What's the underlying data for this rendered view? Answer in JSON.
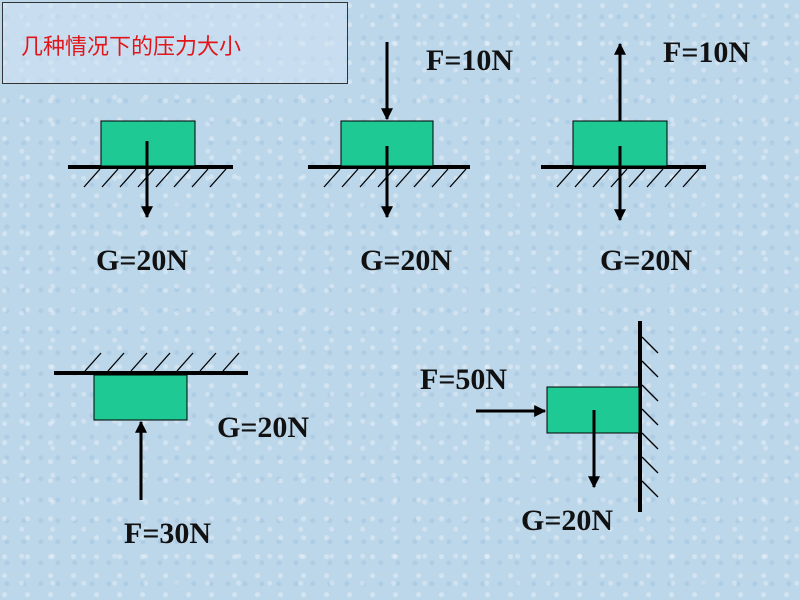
{
  "title": "几种情况下的压力大小",
  "labels": {
    "g1": "G=20N",
    "f2": "F=10N",
    "g2": "G=20N",
    "f3": "F=10N",
    "g3": "G=20N",
    "g4": "G=20N",
    "f4": "F=30N",
    "f5": "F=50N",
    "g5": "G=20N"
  },
  "colors": {
    "block": "#1fc993",
    "line": "#000000",
    "title_text": "#e0161b"
  }
}
